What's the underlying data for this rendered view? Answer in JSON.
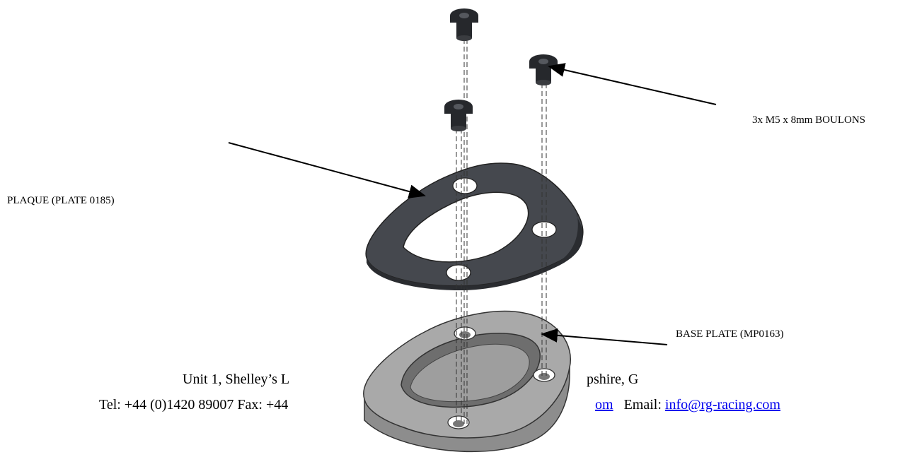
{
  "labels": {
    "bolts": "3x M5 x 8mm BOULONS",
    "plate": "PLAQUE (PLATE 0185)",
    "base": "BASE PLATE (MP0163)"
  },
  "footer": {
    "address_left": "Unit 1, Shelley’s L",
    "address_right": "pshire, G",
    "tel_fax": "Tel: +44 (0)1420 89007  Fax: +44",
    "website_fragment": "om",
    "email_label": "Email:",
    "email": "info@rg-racing.com"
  },
  "colors": {
    "plate": "#45484e",
    "base_top": "#a9a9a9",
    "base_side": "#8d8d8d",
    "bolt": "#26282c",
    "link": "#0000ee"
  }
}
